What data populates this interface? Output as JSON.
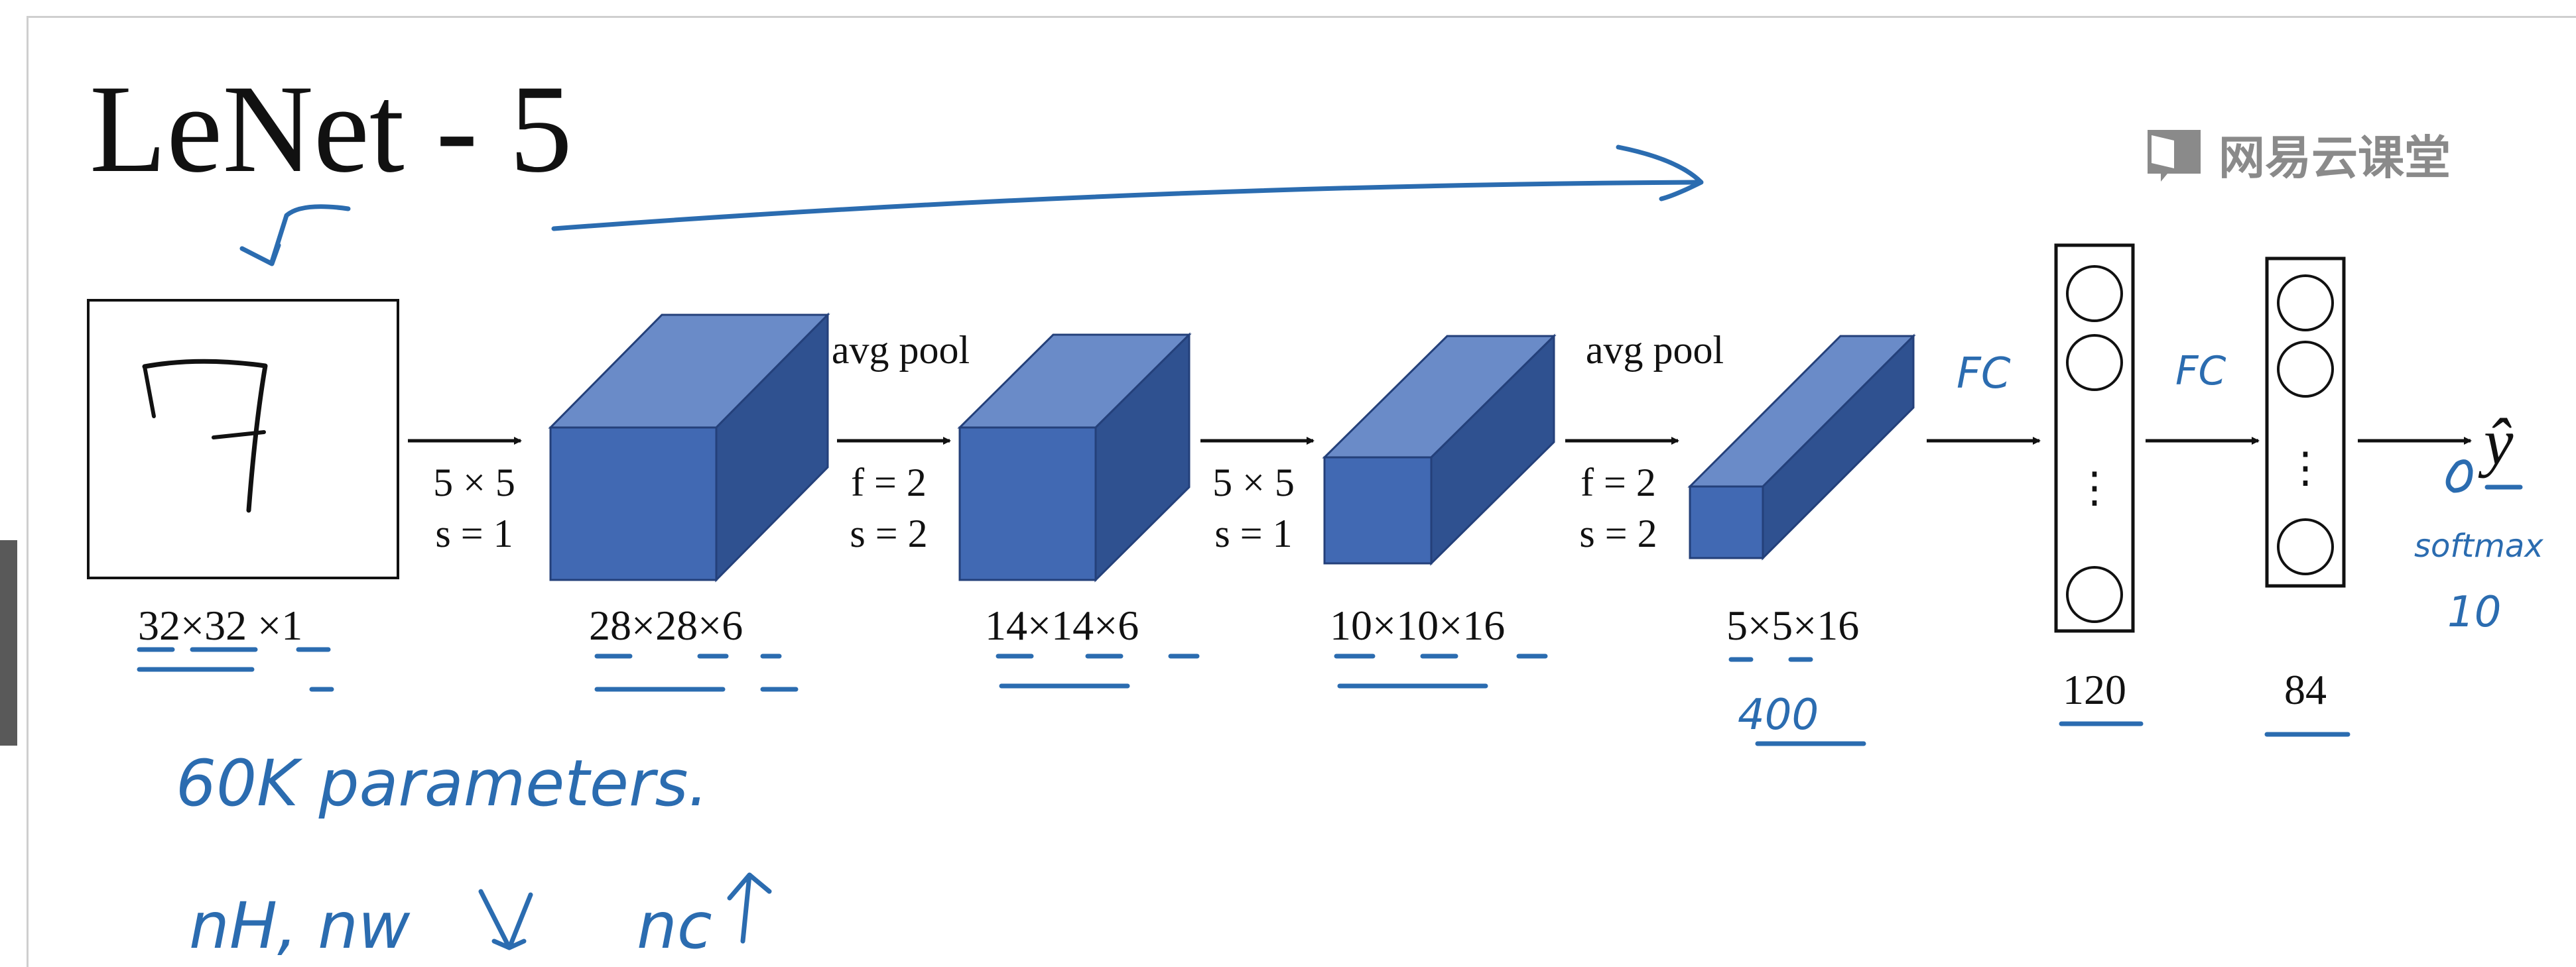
{
  "title": "LeNet - 5",
  "watermark": {
    "text": "网易云课堂",
    "icon": "book-icon"
  },
  "input": {
    "digit": "7",
    "dims": "32×32 ×1"
  },
  "ops": [
    {
      "line1": "5 × 5",
      "line2": "s = 1"
    },
    {
      "header": "avg pool",
      "line1": "f = 2",
      "line2": "s = 2"
    },
    {
      "line1": "5 × 5",
      "line2": "s = 1"
    },
    {
      "header": "avg pool",
      "line1": "f = 2",
      "line2": "s = 2"
    }
  ],
  "volumes": [
    {
      "dims": "28×28×6"
    },
    {
      "dims": "14×14×6"
    },
    {
      "dims": "10×10×16"
    },
    {
      "dims": "5×5×16"
    }
  ],
  "fc_layers": [
    {
      "size": "120",
      "dots": "⋮"
    },
    {
      "size": "84",
      "dots": "⋮"
    }
  ],
  "output": {
    "symbol": "ŷ"
  },
  "annotations": {
    "fc1": "FC",
    "fc2": "FC",
    "flatten": "400",
    "params": "60K parameters.",
    "nh_nw": "nH, nw",
    "nc": "nc",
    "softmax": "softmax",
    "softmax_count": "10"
  },
  "colors": {
    "volume_front": "#4169b3",
    "volume_top": "#6a8bc8",
    "volume_side": "#2f5190",
    "volume_edge": "#24407a",
    "ink": "#2b6cb0"
  }
}
